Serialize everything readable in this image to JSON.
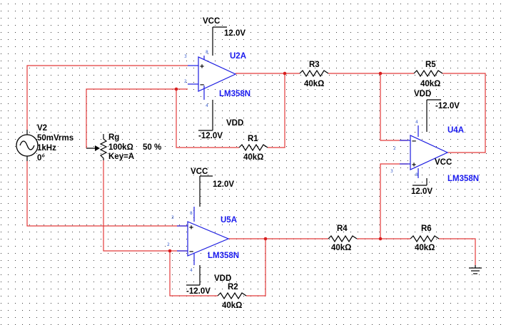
{
  "source": {
    "ref": "V2",
    "amplitude": "50mVrms",
    "frequency": "1kHz",
    "phase": "0°"
  },
  "potentiometer": {
    "ref": "Rg",
    "value": "100kΩ",
    "setting": "50 %",
    "key": "Key=A"
  },
  "opamps": [
    {
      "ref": "U2A",
      "part": "LM358N",
      "supply_pos": "VCC",
      "supply_pos_value": "12.0V",
      "supply_neg": "VDD",
      "supply_neg_value": "-12.0V"
    },
    {
      "ref": "U5A",
      "part": "LM358N",
      "supply_pos": "VCC",
      "supply_pos_value": "12.0V",
      "supply_neg": "VDD",
      "supply_neg_value": "-12.0V"
    },
    {
      "ref": "U4A",
      "part": "LM358N",
      "supply_pos": "VCC",
      "supply_pos_value": "12.0V",
      "supply_neg": "VDD",
      "supply_neg_value": "-12.0V"
    }
  ],
  "resistors": [
    {
      "ref": "R1",
      "value": "40kΩ"
    },
    {
      "ref": "R2",
      "value": "40kΩ"
    },
    {
      "ref": "R3",
      "value": "40kΩ"
    },
    {
      "ref": "R4",
      "value": "40kΩ"
    },
    {
      "ref": "R5",
      "value": "40kΩ"
    },
    {
      "ref": "R6",
      "value": "40kΩ"
    }
  ],
  "pins": {
    "u2a": {
      "in_plus": "3",
      "in_minus": "2",
      "v_pos": "8",
      "v_neg": "4"
    },
    "u5a": {
      "in_plus": "3",
      "in_minus": "2",
      "v_pos": "8",
      "v_neg": "4"
    },
    "u4a": {
      "in_plus": "3",
      "in_minus": "2",
      "v_pos": "8",
      "v_neg": "4"
    }
  },
  "colors": {
    "wire": "#e23a3a",
    "component": "#1c1ce0",
    "label": "#000000",
    "refdes": "#1a1aee",
    "grid_dot": "#2a2a2a"
  },
  "icons": {
    "ground": "ground-icon",
    "ac_source": "ac-source-icon"
  }
}
